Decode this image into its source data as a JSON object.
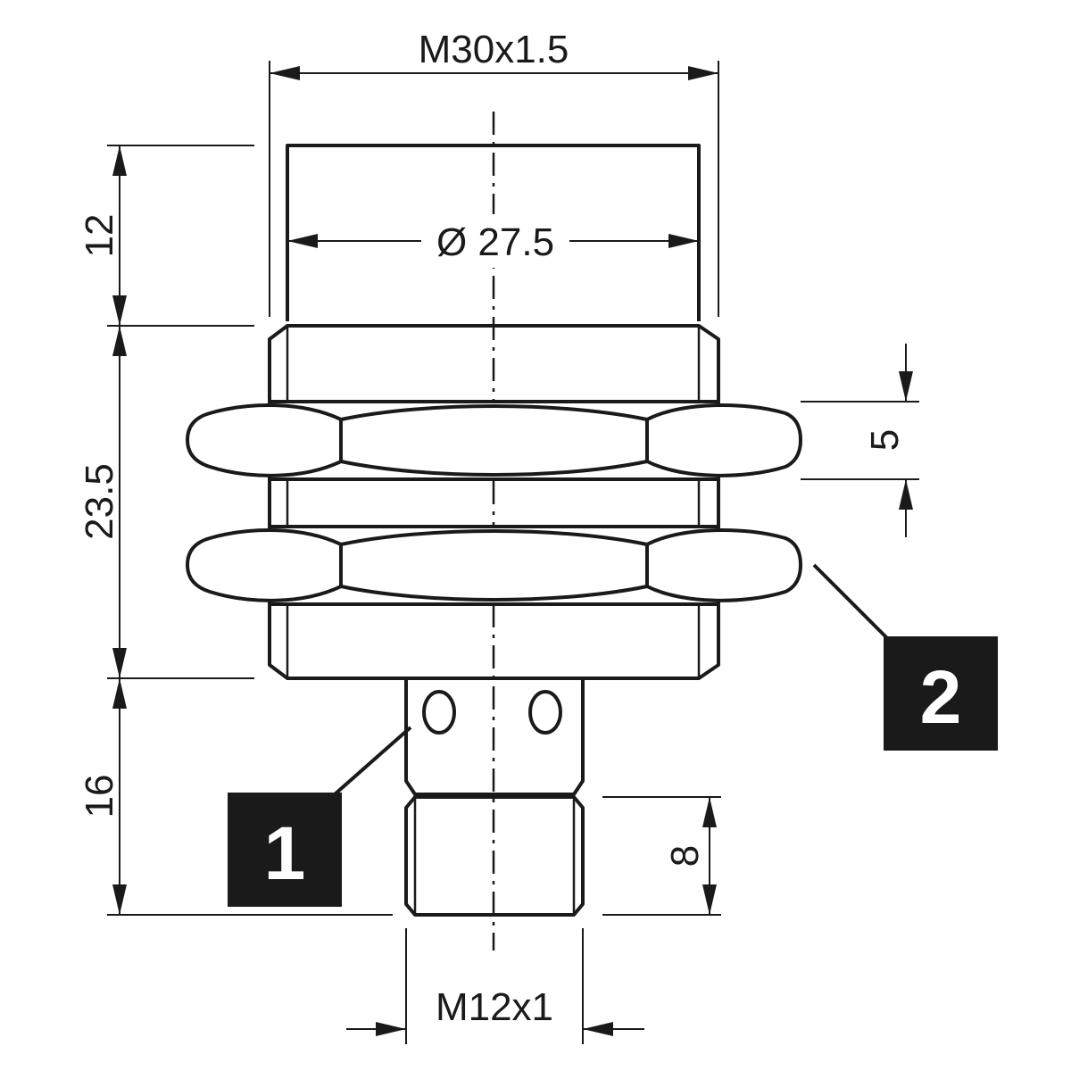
{
  "dimensions": {
    "thread_main": "M30x1.5",
    "body_diameter": "Ø 27.5",
    "cap_length": "12",
    "thread_length": "23.5",
    "connector_length": "16",
    "nut_thickness": "5",
    "connector_thread_length": "8",
    "connector_thread": "M12x1"
  },
  "callouts": {
    "led": "1",
    "nut": "2"
  }
}
